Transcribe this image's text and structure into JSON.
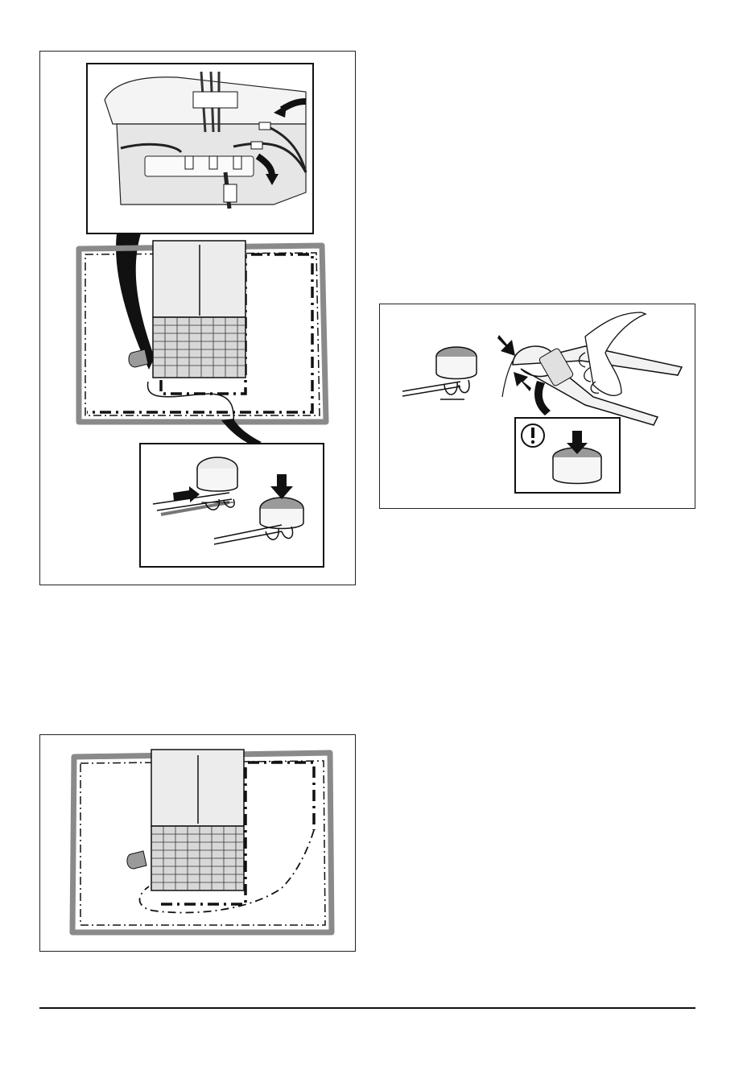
{
  "page": {
    "figures": [
      {
        "id": "fig1",
        "label": "charging-station-wire-connection-illustration"
      },
      {
        "id": "fig2",
        "label": "coupler-pliers-press-illustration"
      },
      {
        "id": "fig3",
        "label": "guide-wire-layout-illustration"
      }
    ],
    "icons": {
      "warning": "exclamation-icon",
      "press_arrow": "press-arrow-icon",
      "insert_arrow": "insert-arrow-icon"
    }
  },
  "colors": {
    "line": "#111111",
    "border_grass": "#8a8a8a",
    "station_fill": "#ececec",
    "tile_fill": "#d8d8d8"
  }
}
